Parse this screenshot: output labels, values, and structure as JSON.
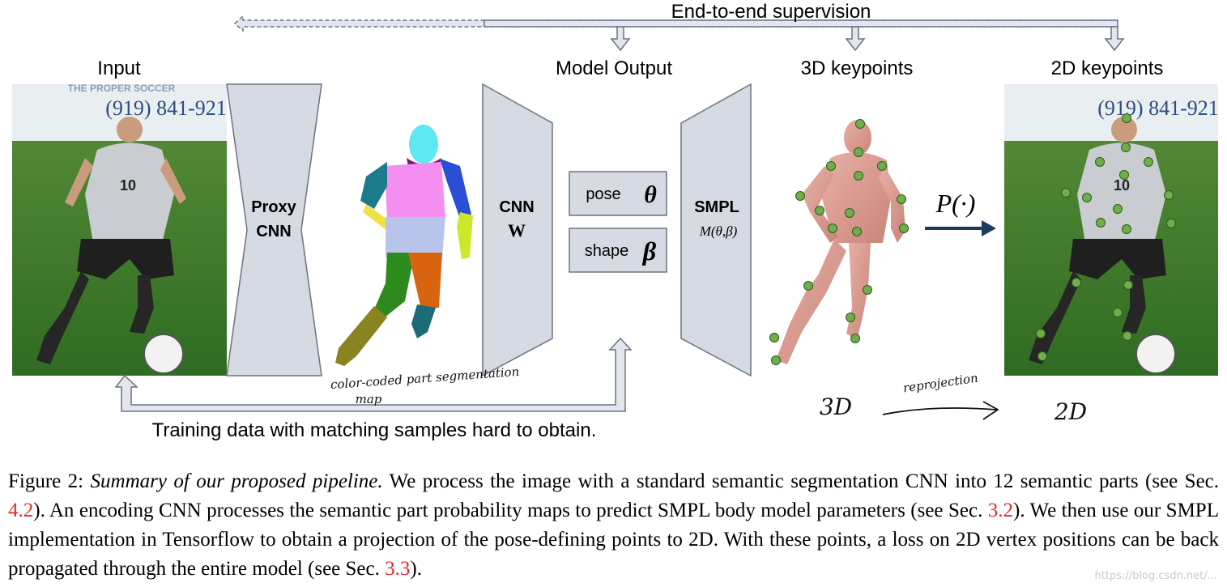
{
  "labels": {
    "supervision": "End-to-end supervision",
    "input": "Input",
    "model_output": "Model Output",
    "keypoints_3d": "3D keypoints",
    "keypoints_2d": "2D keypoints",
    "proxy_cnn_line1": "Proxy",
    "proxy_cnn_line2": "CNN",
    "cnn_w_line1": "CNN",
    "cnn_w_line2": "W",
    "pose": "pose",
    "pose_symbol": "θ",
    "shape": "shape",
    "shape_symbol": "β",
    "smpl": "SMPL",
    "smpl_formula": "M(θ,β)",
    "projection": "P(·)",
    "training_note": "Training data with matching samples hard to obtain.",
    "banner_phone": "(919) 841-921",
    "banner_top": "THE PROPER SOCCER",
    "jersey_number": "10"
  },
  "handwriting": {
    "segmentation_line1": "color-coded part segmentation",
    "segmentation_line2": "map",
    "reprojection": "reprojection",
    "from": "3D",
    "to": "2D"
  },
  "caption": {
    "figure_label": "Figure 2:",
    "title": "Summary of our proposed pipeline.",
    "text_1": " We process the image with a standard semantic segmentation CNN into 12 semantic parts (see Sec. ",
    "ref_1": "4.2",
    "text_2": "). An encoding CNN processes the semantic part probability maps to predict SMPL body model parameters (see Sec. ",
    "ref_2": "3.2",
    "text_3": "). We then use our SMPL implementation in Tensorflow to obtain a projection of the pose-defining points to 2D. With these points, a loss on 2D vertex positions can be back propagated through the entire model (see Sec. ",
    "ref_3": "3.3",
    "text_4": ")."
  },
  "watermark": "https://blog.csdn.net/...",
  "colors": {
    "block_fill": "#d6dae2",
    "block_stroke": "#6b7280",
    "arrow_fill": "#e3e6ec",
    "projection_arrow": "#1f3a5f",
    "keypoint": "#6fae4a",
    "body_mesh": "#d99a90",
    "grass": "#3f7d2a"
  }
}
